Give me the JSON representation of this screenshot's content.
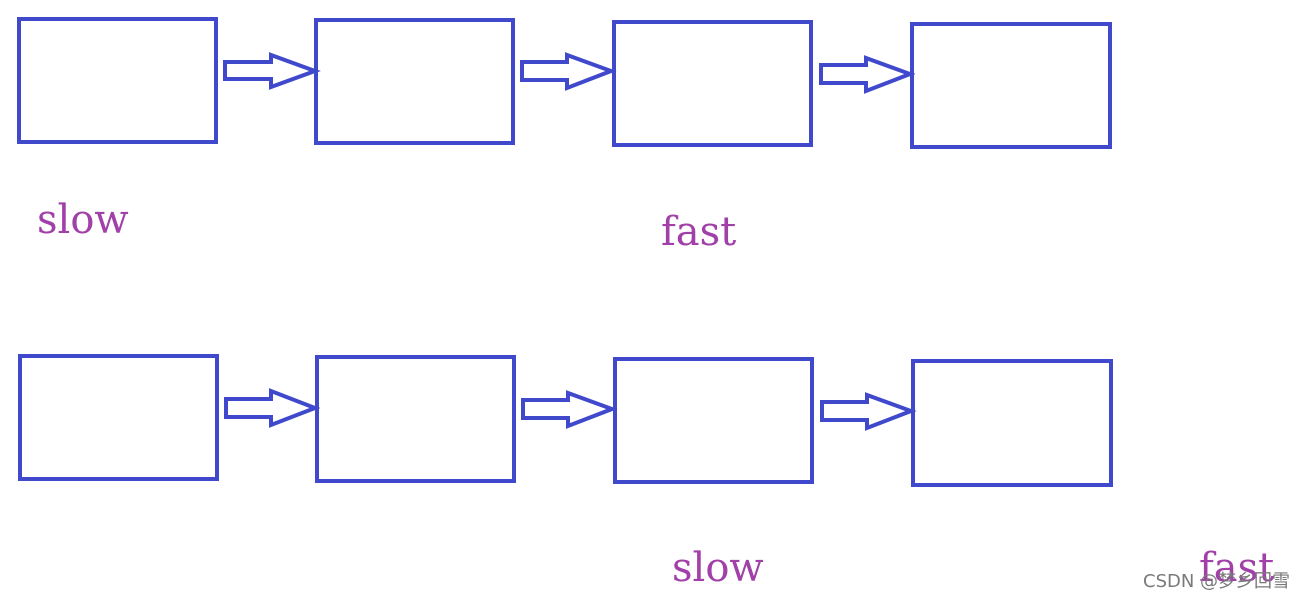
{
  "rows": [
    {
      "nodes": [
        "",
        "",
        "",
        ""
      ],
      "labels": {
        "slow": "slow",
        "fast": "fast"
      }
    },
    {
      "nodes": [
        "",
        "",
        "",
        ""
      ],
      "labels": {
        "slow": "slow",
        "fast": "fast"
      }
    }
  ],
  "watermark": "CSDN @梦乡回雪",
  "colors": {
    "node_stroke": "#4048cc",
    "arrow_stroke": "#4048cc",
    "label_text": "#a040a8"
  }
}
